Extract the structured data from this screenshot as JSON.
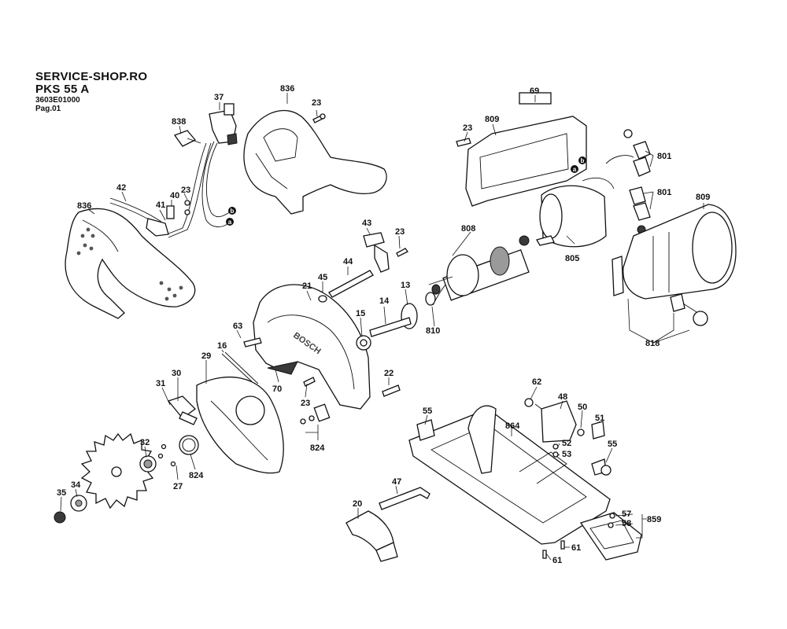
{
  "header": {
    "shop": "SERVICE-SHOP.RO",
    "model": "PKS 55 A",
    "part_no": "3603E01000",
    "page": "Pag.01"
  },
  "callouts": {
    "c838": "838",
    "c37": "37",
    "c836a": "836",
    "c23a": "23",
    "c42": "42",
    "c836b": "836",
    "c40": "40",
    "c23b": "23",
    "c41": "41",
    "ca1": "a",
    "cb1": "b",
    "c43": "43",
    "c23c": "23",
    "c44": "44",
    "c45": "45",
    "c21": "21",
    "c63": "63",
    "c16": "16",
    "c29": "29",
    "c30": "30",
    "c31": "31",
    "c70": "70",
    "c23d": "23",
    "c22": "22",
    "c824a": "824",
    "c32": "32",
    "c34": "34",
    "c35": "35",
    "c27": "27",
    "c824b": "824",
    "c15": "15",
    "c14": "14",
    "c13": "13",
    "c810": "810",
    "c808": "808",
    "c69": "69",
    "c23e": "23",
    "c809a": "809",
    "c801a": "801",
    "c801b": "801",
    "c809b": "809",
    "cb2": "b",
    "ca2": "a",
    "c805": "805",
    "c818": "818",
    "c62": "62",
    "c48": "48",
    "c50": "50",
    "c51": "51",
    "c55a": "55",
    "c864": "864",
    "c52": "52",
    "c53": "53",
    "c55b": "55",
    "c47": "47",
    "c20": "20",
    "c57": "57",
    "c58": "58",
    "c859": "859",
    "c61a": "61",
    "c61b": "61"
  }
}
